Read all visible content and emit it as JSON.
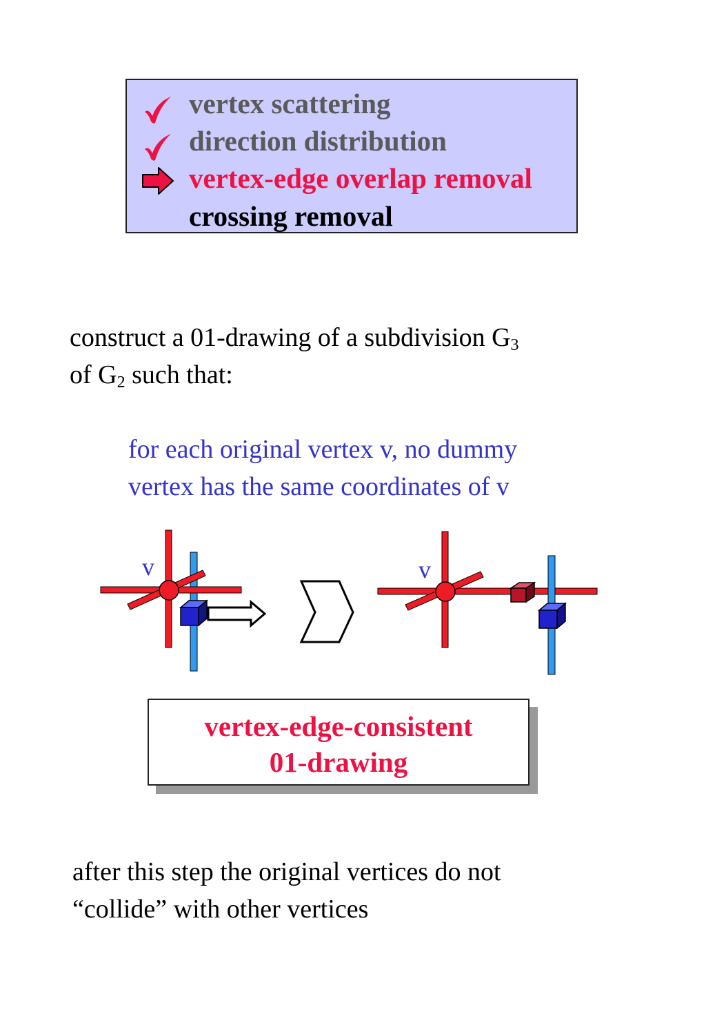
{
  "steps": [
    {
      "label": "vertex scattering",
      "status": "done",
      "marker": "checkmark-icon"
    },
    {
      "label": "direction distribution",
      "status": "done",
      "marker": "checkmark-icon"
    },
    {
      "label": "vertex-edge overlap removal",
      "status": "current",
      "marker": "arrow-right-icon"
    },
    {
      "label": "crossing removal",
      "status": "todo",
      "marker": ""
    }
  ],
  "intro": {
    "line1_text": "construct a 01-drawing of a subdivision G",
    "line1_sub": "3",
    "line2_prefix": "of G",
    "line2_sub": "2",
    "line2_suffix": " such that:"
  },
  "condition": {
    "line1": "for each original vertex v, no dummy",
    "line2": "vertex has the same coordinates of v"
  },
  "diagram": {
    "left_vertex_label": "v",
    "right_vertex_label": "v"
  },
  "result": {
    "line1": "vertex-edge-consistent",
    "line2": "01-drawing"
  },
  "conclusion": {
    "line1": "after this step the original vertices do not",
    "line2": "“collide” with other vertices"
  },
  "colors": {
    "box_bg": "#ccccff",
    "done": "#5a5a5a",
    "current": "#ee1144",
    "condition_text": "#3333cc",
    "edge_red": "#ee1c25",
    "edge_blue": "#3399ee",
    "cube_blue": "#2222cc",
    "cube_red": "#b5162a"
  }
}
